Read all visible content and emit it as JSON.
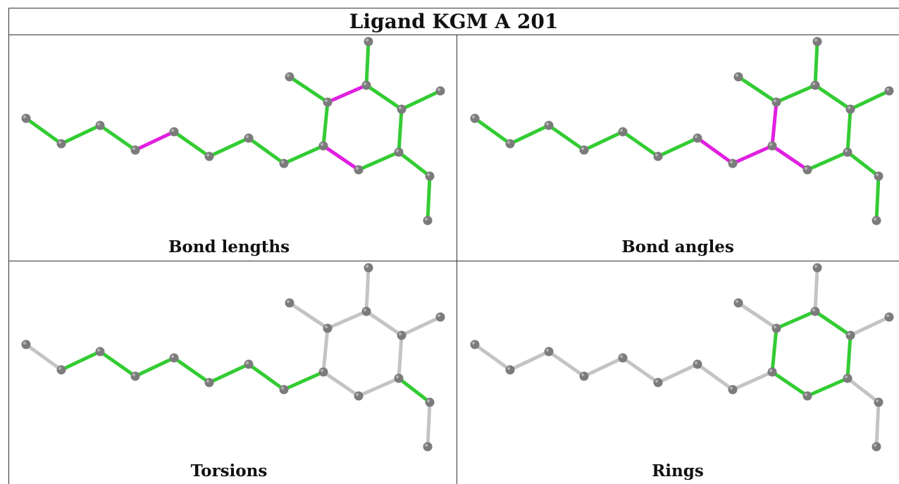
{
  "title": "Ligand KGM A 201",
  "colors": {
    "ok": "#33cc33",
    "outlier": "#e020e0",
    "neutral": "#c4c4c4",
    "atom": "#7b7b7b",
    "atom_highlight": "#b0b0b0"
  },
  "panels": [
    {
      "caption": "Bond lengths"
    },
    {
      "caption": "Bond angles"
    },
    {
      "caption": "Torsions"
    },
    {
      "caption": "Rings"
    }
  ]
}
